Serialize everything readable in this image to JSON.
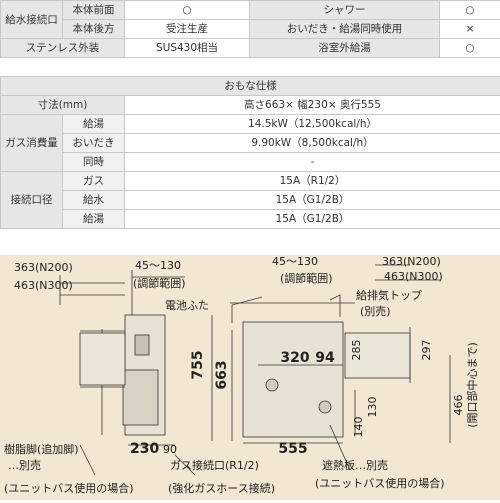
{
  "table1": {
    "r1": {
      "group": "給水接続口",
      "l1": "本体前面",
      "v1": "○",
      "l2": "シャワー",
      "v2": "○"
    },
    "r2": {
      "l1": "本体後方",
      "v1": "受注生産",
      "l2": "おいだき・給湯同時使用",
      "v2": "×"
    },
    "r3": {
      "l1": "ステンレス外装",
      "v1": "SUS430相当",
      "l2": "浴室外給湯",
      "v2": "○"
    }
  },
  "table2": {
    "title": "おもな仕様",
    "size": {
      "label": "寸法(mm)",
      "value": "高さ663× 幅230× 奥行555"
    },
    "gas_consumption": {
      "group": "ガス消費量",
      "rows": [
        {
          "label": "給湯",
          "value": "14.5kW（12,500kcal/h）"
        },
        {
          "label": "おいだき",
          "value": "9.90kW（8,500kcal/h）"
        },
        {
          "label": "同時",
          "value": "-"
        }
      ]
    },
    "connection": {
      "group": "接続口径",
      "rows": [
        {
          "label": "ガス",
          "value": "15A（R1/2）"
        },
        {
          "label": "給水",
          "value": "15A（G1/2B）"
        },
        {
          "label": "給湯",
          "value": "15A（G1/2B）"
        }
      ]
    }
  },
  "diagram": {
    "d363": "363(N200)",
    "d463": "463(N300)",
    "d45": "45～130",
    "adjust": "(調節範囲)",
    "battery": "電池ふた",
    "h755": "755",
    "h663": "663",
    "d230": "230",
    "d90": "90",
    "d320": "320",
    "d94": "94",
    "d285": "285",
    "d297": "297",
    "d140": "140",
    "d130": "130",
    "d555": "555",
    "d466": "466",
    "center": "(開口部中心まで)",
    "exhaust1": "給排気トップ",
    "exhaust2": "(別売)",
    "resin1": "樹脂脚(追加脚)",
    "resin2": "…別売",
    "resin3": "(ユニットバス使用の場合)",
    "gas1": "ガス接続口(R1/2)",
    "gas2": "(強化ガスホース接続)",
    "shield1": "遮熱板…別売",
    "shield2": "(ユニットバス使用の場合)"
  }
}
